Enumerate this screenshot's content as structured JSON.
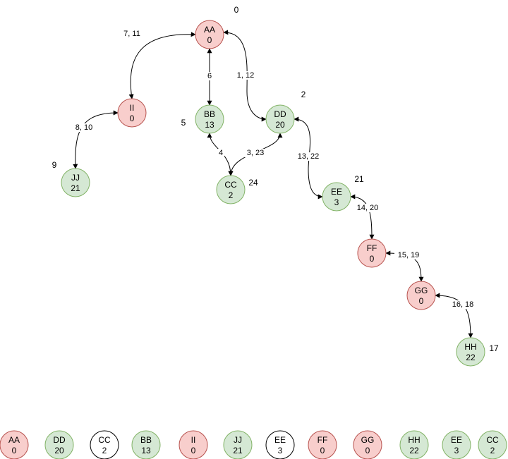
{
  "colors": {
    "open_fill": "#f8cecc",
    "open_stroke": "#b85450",
    "flow_fill": "#d5e8d4",
    "flow_stroke": "#82b366",
    "plain_fill": "#ffffff",
    "plain_stroke": "#000000",
    "edge": "#000000"
  },
  "graph": {
    "nodes": [
      {
        "id": "AA",
        "name": "AA",
        "value": "0",
        "kind": "open"
      },
      {
        "id": "II",
        "name": "II",
        "value": "0",
        "kind": "open"
      },
      {
        "id": "BB",
        "name": "BB",
        "value": "13",
        "kind": "flow"
      },
      {
        "id": "DD",
        "name": "DD",
        "value": "20",
        "kind": "flow"
      },
      {
        "id": "JJ",
        "name": "JJ",
        "value": "21",
        "kind": "flow"
      },
      {
        "id": "CC",
        "name": "CC",
        "value": "2",
        "kind": "flow"
      },
      {
        "id": "EE",
        "name": "EE",
        "value": "3",
        "kind": "flow"
      },
      {
        "id": "FF",
        "name": "FF",
        "value": "0",
        "kind": "open"
      },
      {
        "id": "GG",
        "name": "GG",
        "value": "0",
        "kind": "open"
      },
      {
        "id": "HH",
        "name": "HH",
        "value": "22",
        "kind": "flow"
      }
    ],
    "time_labels": [
      {
        "node": "AA",
        "text": "0"
      },
      {
        "node": "DD",
        "text": "2"
      },
      {
        "node": "BB",
        "text": "5"
      },
      {
        "node": "JJ",
        "text": "9"
      },
      {
        "node": "CC",
        "text": "24"
      },
      {
        "node": "EE",
        "text": "21"
      },
      {
        "node": "HH",
        "text": "17"
      }
    ],
    "edges": [
      {
        "from": "AA",
        "to": "II",
        "label": "7, 11"
      },
      {
        "from": "AA",
        "to": "BB",
        "label": "6"
      },
      {
        "from": "AA",
        "to": "DD",
        "label": "1, 12"
      },
      {
        "from": "II",
        "to": "JJ",
        "label": "8, 10"
      },
      {
        "from": "BB",
        "to": "CC",
        "label": "4"
      },
      {
        "from": "DD",
        "to": "CC",
        "label": "3, 23"
      },
      {
        "from": "DD",
        "to": "EE",
        "label": "13, 22"
      },
      {
        "from": "EE",
        "to": "FF",
        "label": "14, 20"
      },
      {
        "from": "FF",
        "to": "GG",
        "label": "15, 19"
      },
      {
        "from": "GG",
        "to": "HH",
        "label": "16, 18"
      }
    ]
  },
  "sequence": [
    {
      "name": "AA",
      "value": "0",
      "kind": "open"
    },
    {
      "name": "DD",
      "value": "20",
      "kind": "flow"
    },
    {
      "name": "CC",
      "value": "2",
      "kind": "plain"
    },
    {
      "name": "BB",
      "value": "13",
      "kind": "flow"
    },
    {
      "name": "II",
      "value": "0",
      "kind": "open"
    },
    {
      "name": "JJ",
      "value": "21",
      "kind": "flow"
    },
    {
      "name": "EE",
      "value": "3",
      "kind": "plain"
    },
    {
      "name": "FF",
      "value": "0",
      "kind": "open"
    },
    {
      "name": "GG",
      "value": "0",
      "kind": "open"
    },
    {
      "name": "HH",
      "value": "22",
      "kind": "flow"
    },
    {
      "name": "EE",
      "value": "3",
      "kind": "flow"
    },
    {
      "name": "CC",
      "value": "2",
      "kind": "flow"
    }
  ]
}
